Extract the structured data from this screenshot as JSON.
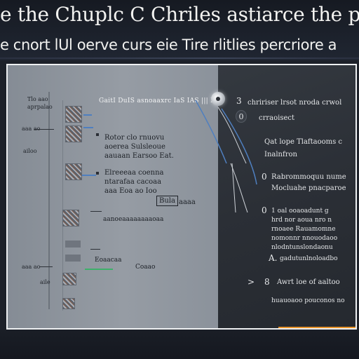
{
  "heading": {
    "line1": "e the Chuplc  C Chriles astiarce the pus",
    "line2": "e cnort lUl oerve curs eie Tire rlitlies percriore a"
  },
  "left_panel": {
    "header": "GaitI  DuIS  asnoaaxrc  IaS  IAS  |||  P",
    "top_notes": [
      "Tlo aao",
      "aprpalao"
    ],
    "side_labels": [
      "aaa ao",
      "ailoo",
      "aaa ao",
      "aile"
    ],
    "block1": [
      "Rotor clo rnuovu",
      "aoerea Sulsleoue",
      "aauaan Earsoo Eat."
    ],
    "block2": [
      "Elreeeaa coenna",
      "ntarafaa cacoaa",
      "aaa Eoa ao Ioo"
    ],
    "boxed_label": "Bula",
    "boxed_suffix": "aaaa",
    "row3": "aanoeaaaaaaaaoaa",
    "row4_a": "Eoaacaa",
    "row4_b": "Coaao"
  },
  "right_panel": {
    "marker_3": "3",
    "circle_0": "0",
    "items": [
      {
        "num": "",
        "lines": [
          "chririser lrsot nroda crwol",
          "crraoisect"
        ]
      },
      {
        "num": "",
        "lines": [
          "Qat lope Tlaftaooms c",
          "Inalnfron"
        ]
      },
      {
        "num": "0",
        "lines": [
          "Rabrommoquu nume",
          "Mocluahe pnacparoe"
        ]
      },
      {
        "num": "0",
        "lines": [
          "1 oal ooaoadunt g",
          "hrd nor aoua nro n",
          "rnoaee Rauamomne",
          "nomonnr nnouodaoo",
          "nlodntunslondaonu"
        ]
      },
      {
        "num": "A.",
        "lines": [
          "gadutunlnoloadbo"
        ]
      },
      {
        "num": "8",
        "lines": [
          "Awrt loe of aaltoo",
          "huauoaoo pouconos no"
        ]
      }
    ],
    "chevron": ">"
  },
  "colors": {
    "accent_orange": "#e8942a",
    "accent_blue": "#4f7fbf",
    "accent_green": "#3db06a"
  }
}
